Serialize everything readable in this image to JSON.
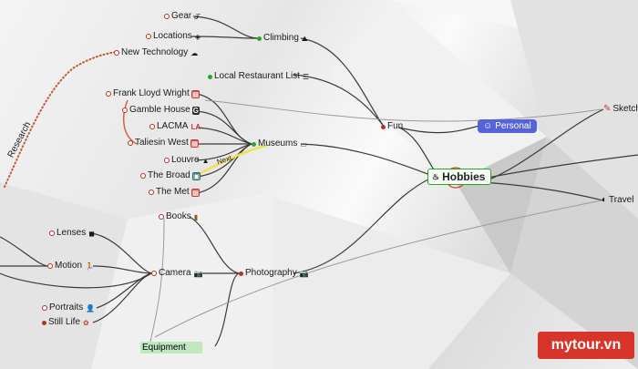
{
  "map": {
    "central": {
      "label": "Hobbies",
      "icon": "hobbies-icon"
    },
    "personal": {
      "label": "Personal",
      "icon": "person-icon"
    },
    "fun": {
      "label": "Fun"
    },
    "climbing": {
      "label": "Climbing"
    },
    "gear": {
      "label": "Gear"
    },
    "locations": {
      "label": "Locations"
    },
    "new_tech": {
      "label": "New Technology"
    },
    "research": {
      "label": "Research"
    },
    "local_rest": {
      "label": "Local Restaurant List"
    },
    "museums": {
      "label": "Museums"
    },
    "museum_items": [
      "Frank Lloyd Wright",
      "Gamble House",
      "LACMA",
      "Taliesin West",
      "Louvre",
      "The Broad",
      "The Met"
    ],
    "next_label": "Next",
    "books": {
      "label": "Books"
    },
    "photography": {
      "label": "Photography"
    },
    "camera": {
      "label": "Camera"
    },
    "lenses": {
      "label": "Lenses"
    },
    "motion": {
      "label": "Motion"
    },
    "portraits": {
      "label": "Portraits"
    },
    "still_life": {
      "label": "Still Life"
    },
    "equipment": {
      "label": "Equipment"
    },
    "sketch": {
      "label": "Sketch"
    },
    "travel": {
      "label": "Travel"
    }
  },
  "brand": {
    "text": "mytour.vn"
  },
  "colors": {
    "accent_red": "#b0322a",
    "accent_green": "#2aa52a",
    "personal_bg": "#5563d8",
    "brand_red": "#d8352a"
  }
}
